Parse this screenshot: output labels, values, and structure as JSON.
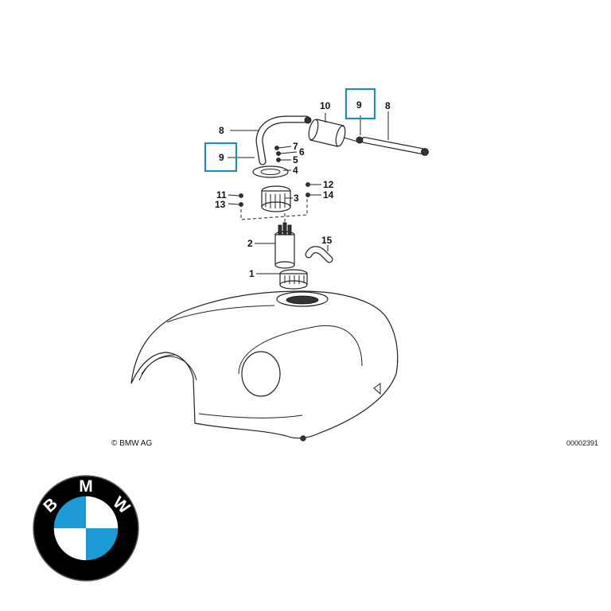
{
  "diagram": {
    "callouts": [
      {
        "id": "c1",
        "label": "1"
      },
      {
        "id": "c2",
        "label": "2"
      },
      {
        "id": "c3",
        "label": "3"
      },
      {
        "id": "c4",
        "label": "4"
      },
      {
        "id": "c5",
        "label": "5"
      },
      {
        "id": "c6",
        "label": "6"
      },
      {
        "id": "c7",
        "label": "7"
      },
      {
        "id": "c8a",
        "label": "8"
      },
      {
        "id": "c8b",
        "label": "8"
      },
      {
        "id": "c9a",
        "label": "9"
      },
      {
        "id": "c9b",
        "label": "9"
      },
      {
        "id": "c10",
        "label": "10"
      },
      {
        "id": "c11",
        "label": "11"
      },
      {
        "id": "c12",
        "label": "12"
      },
      {
        "id": "c13",
        "label": "13"
      },
      {
        "id": "c14",
        "label": "14"
      },
      {
        "id": "c15",
        "label": "15"
      }
    ],
    "copyright": "© BMW AG",
    "diagram_number": "00002391",
    "highlight_color": "#1f8bc0"
  },
  "logo": {
    "letters": [
      "B",
      "M",
      "W"
    ],
    "quadrant_blue": "#1c9ad6",
    "quadrant_white": "#ffffff",
    "ring_color": "#000000"
  }
}
